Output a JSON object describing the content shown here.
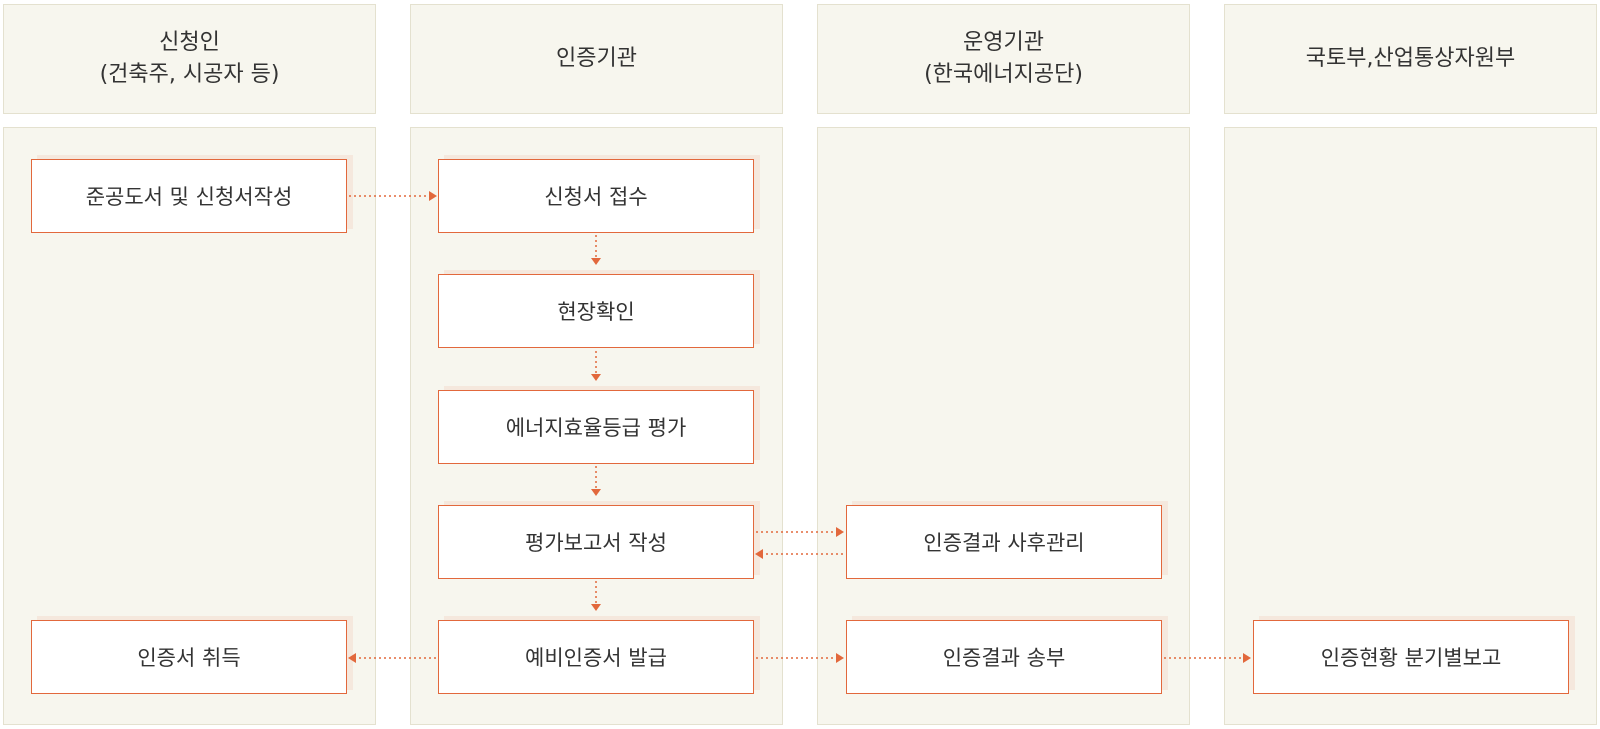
{
  "columns": [
    {
      "title": "신청인",
      "subtitle": "(건축주, 시공자 등)"
    },
    {
      "title": "인증기관",
      "subtitle": ""
    },
    {
      "title": "운영기관",
      "subtitle": "(한국에너지공단)"
    },
    {
      "title": "국토부,산업통상자원부",
      "subtitle": ""
    }
  ],
  "steps": {
    "applicant_prepare": "준공도서 및 신청서작성",
    "applicant_receive": "인증서 취득",
    "agency_receipt": "신청서 접수",
    "agency_site_check": "현장확인",
    "agency_evaluation": "에너지효율등급 평가",
    "agency_report": "평가보고서 작성",
    "agency_issue": "예비인증서 발급",
    "operator_followup": "인증결과 사후관리",
    "operator_send": "인증결과 송부",
    "ministry_report": "인증현황 분기별보고"
  },
  "colors": {
    "accent": "#e2683c",
    "panel": "#f7f6ee",
    "panel_border": "#e4e1cf",
    "box_shadow": "#f5e8dd"
  }
}
